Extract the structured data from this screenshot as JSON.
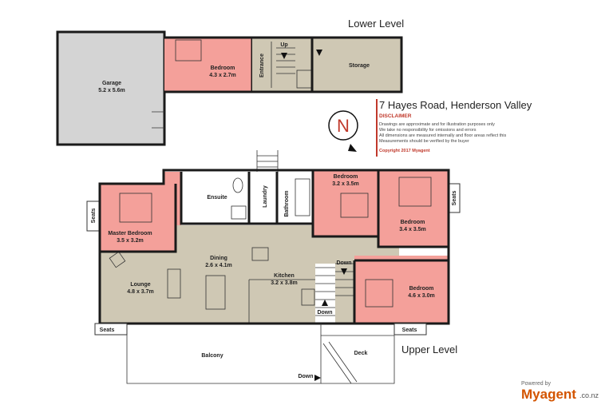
{
  "titles": {
    "lower_level": "Lower Level",
    "upper_level": "Upper Level"
  },
  "property": {
    "address": "7 Hayes Road, Henderson Valley",
    "disclaimer_title": "DISCLAIMER",
    "disclaimer_lines": [
      "Drawings are approximate and for illustration purposes only",
      "We take no responsibility for omissions and errors",
      "All dimensions are measured internally and floor areas reflect this",
      "Measurements should be verified by the buyer"
    ],
    "copyright": "Copyright 2017    Myagent"
  },
  "compass": {
    "letter": "N"
  },
  "lower": {
    "garage": {
      "name": "Garage",
      "size": "5.2 x 5.6m"
    },
    "bedroom": {
      "name": "Bedroom",
      "size": "4.3 x 2.7m"
    },
    "entrance": "Entrance",
    "up": "Up",
    "storage": "Storage"
  },
  "upper": {
    "seats_left": "Seats",
    "seats_right": "Seats",
    "seats_bottom_left": "Seats",
    "seats_bottom_right": "Seats",
    "master_bedroom": {
      "name": "Master Bedroom",
      "size": "3.5 x 3.2m"
    },
    "ensuite": "Ensuite",
    "laundry": "Laundry",
    "bathroom": "Bathroom",
    "bedroom_top": {
      "name": "Bedroom",
      "size": "3.2 x 3.5m"
    },
    "bedroom_right": {
      "name": "Bedroom",
      "size": "3.4 x 3.5m"
    },
    "bedroom_bottom": {
      "name": "Bedroom",
      "size": "4.6 x 3.0m"
    },
    "dining": {
      "name": "Dining",
      "size": "2.6 x 4.1m"
    },
    "lounge": {
      "name": "Lounge",
      "size": "4.8 x 3.7m"
    },
    "kitchen": {
      "name": "Kitchen",
      "size": "3.2 x 3.8m"
    },
    "down_stair": "Down",
    "down_stair_lower": "Down",
    "balcony": "Balcony",
    "deck": "Deck",
    "down_deck": "Down"
  },
  "branding": {
    "powered_by": "Powered by",
    "brand": "Myagent",
    "suffix": ".co.nz"
  },
  "colors": {
    "bedroom": "#f4a09a",
    "garage": "#d4d4d4",
    "living": "#cfc8b4",
    "wet": "#ffffff",
    "accent": "#c0392b",
    "brand": "#d35400"
  }
}
